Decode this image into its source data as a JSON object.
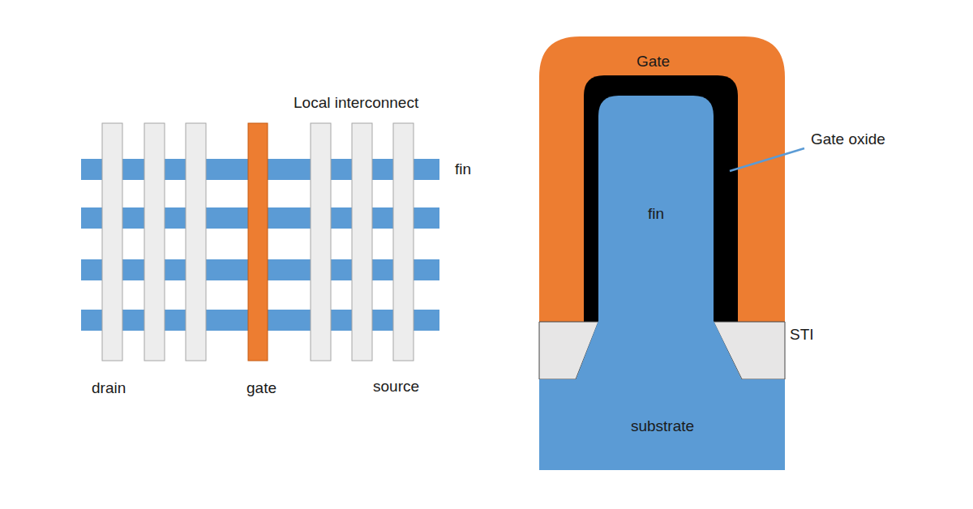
{
  "diagram": {
    "labels": [
      "Local interconnect",
      "fin",
      "drain",
      "gate",
      "source",
      "Gate",
      "Gate oxide",
      "fin",
      "STI",
      "substrate"
    ]
  }
}
